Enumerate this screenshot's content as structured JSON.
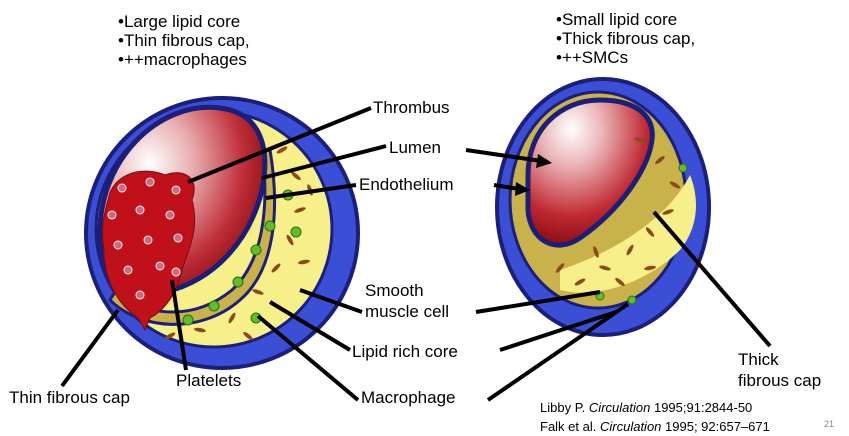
{
  "left_plaque": {
    "bullets": [
      "•Large lipid core",
      "•Thin fibrous cap,",
      "•++macrophages"
    ]
  },
  "right_plaque": {
    "bullets": [
      "•Small lipid core",
      "•Thick fibrous cap,",
      "•++SMCs"
    ]
  },
  "labels": {
    "thrombus": "Thrombus",
    "lumen": "Lumen",
    "endothelium": "Endothelium",
    "smc_line1": "Smooth",
    "smc_line2": "muscle cell",
    "lipid_core": "Lipid rich core",
    "macrophage": "Macrophage",
    "platelets": "Platelets",
    "thin_cap": "Thin fibrous cap",
    "thick_cap_line1": "Thick",
    "thick_cap_line2": "fibrous cap"
  },
  "citations": [
    {
      "authors": "Libby P.",
      "journal": "Circulation",
      "ref": "1995;91:2844-50"
    },
    {
      "authors": "Falk et al.",
      "journal": "Circulation",
      "ref": "1995; 92:657–671"
    }
  ],
  "slide_number": "21",
  "colors": {
    "media_blue": "#3b4fd6",
    "adventitia_dark": "#1b1f7a",
    "lipid_yellow": "#f7ef8a",
    "fibrous_tan": "#c9b24a",
    "lumen_red": "#b5121b",
    "thrombus_red": "#c0101a",
    "smc_brown": "#8a4b1a",
    "macrophage_green": "#5fbf2a"
  }
}
